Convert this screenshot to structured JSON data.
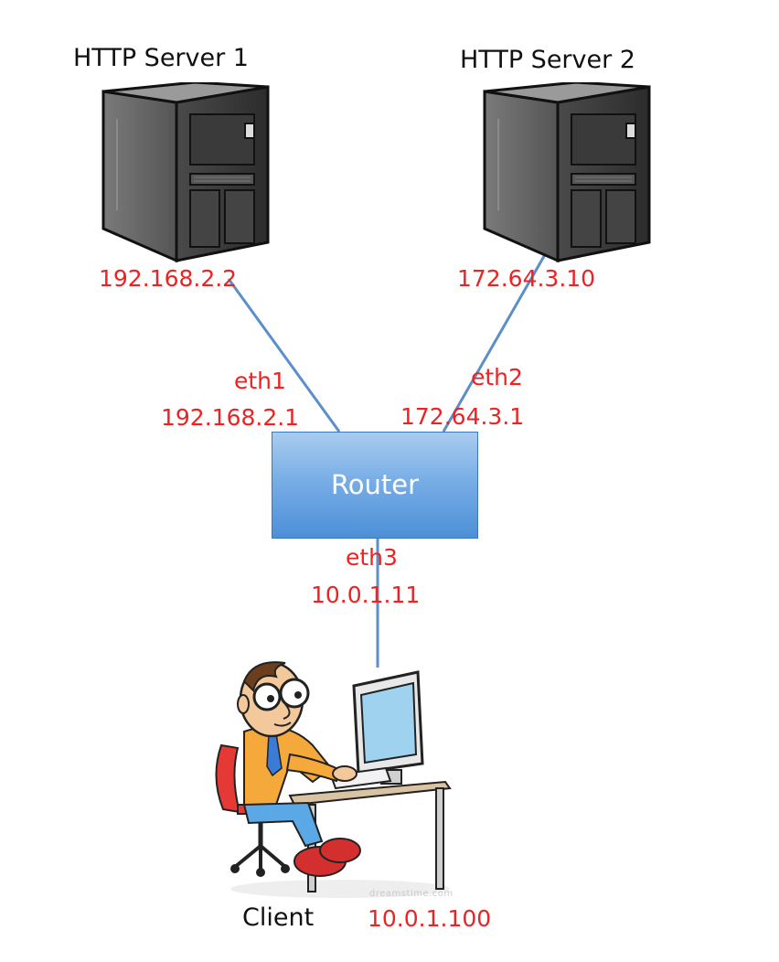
{
  "nodes": {
    "server1": {
      "title": "HTTP Server 1",
      "ip": "192.168.2.2"
    },
    "server2": {
      "title": "HTTP Server 2",
      "ip": "172.64.3.10"
    },
    "router": {
      "label": "Router",
      "interfaces": [
        {
          "name": "eth1",
          "ip": "192.168.2.1"
        },
        {
          "name": "eth2",
          "ip": "172.64.3.1"
        },
        {
          "name": "eth3",
          "ip": "10.0.1.11"
        }
      ]
    },
    "client": {
      "title": "Client",
      "ip": "10.0.1.100"
    }
  },
  "watermark": "dreamstime.com",
  "colors": {
    "ip_text": "#ee2222",
    "link_line": "#5b8fc9",
    "router_fill": "#6ea3e0"
  },
  "icons": {
    "server": "server-tower-icon",
    "client": "person-at-computer-icon"
  }
}
